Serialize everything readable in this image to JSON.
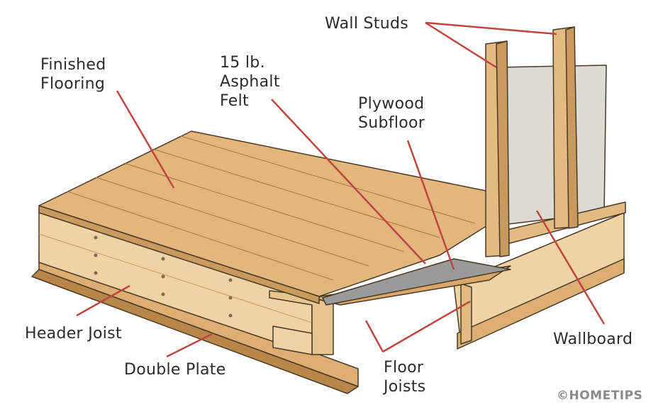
{
  "labels": {
    "wall_studs": "Wall Studs",
    "finished_flooring": "Finished\nFlooring",
    "asphalt_felt": "15 lb.\nAsphalt\nFelt",
    "plywood_subfloor": "Plywood\nSubfloor",
    "header_joist": "Header Joist",
    "double_plate": "Double Plate",
    "floor_joists": "Floor\nJoists",
    "wallboard": "Wallboard"
  },
  "copyright": "©HOMETIPS",
  "colors": {
    "leader_line": "#c0453f",
    "wood_light": "#f0d3a4",
    "wood_mid": "#dcae72",
    "wood_dark": "#b9864a",
    "outline": "#4a3826",
    "felt": "#9a9a9a",
    "wallboard": "#dcdcd4"
  }
}
